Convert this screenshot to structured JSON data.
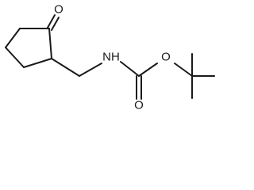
{
  "molecule": {
    "atoms": {
      "ketone_oxygen": "O",
      "amine_nitrogen": "NH",
      "ester_oxygen": "O",
      "carbonyl_oxygen": "O"
    }
  }
}
